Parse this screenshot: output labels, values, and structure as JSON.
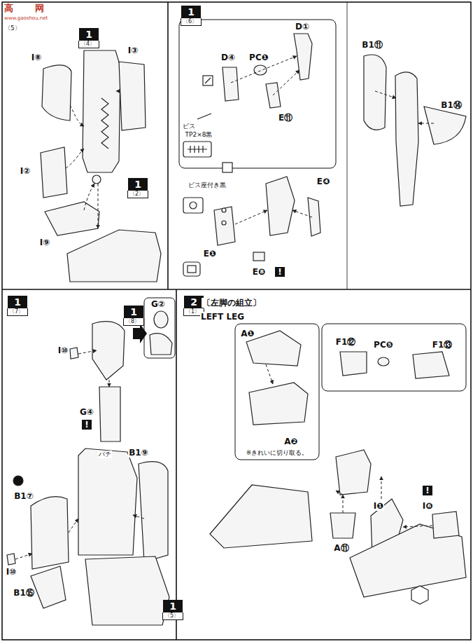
{
  "diagram": {
    "nodes": [
      {
        "text": [
          "1",
          "〈4〉"
        ]
      },
      {
        "text": [
          "1",
          "〈2〉"
        ]
      },
      {
        "text": [
          "1",
          "〈6〉"
        ]
      },
      {
        "text": [
          "1",
          "〈7〉"
        ]
      },
      {
        "text": [
          "1",
          "〈8〉"
        ]
      },
      {
        "text": [
          "1",
          "〈5〉"
        ]
      },
      {
        "text": [
          "2",
          "〈1〉"
        ]
      }
    ],
    "labels": [
      "高",
      "网",
      "www.gaoshou.net",
      "〈5〉",
      "I⑧",
      "I③",
      "I②",
      "I⑨",
      "D①",
      "D④",
      "PC❶",
      "E⑪",
      "ビス",
      "TP2×8黒",
      "ビス座付き黒",
      "E❹",
      "E❶",
      "E❽",
      "!",
      "B1⑪",
      "B1⑭",
      "I⑩",
      "G②",
      "G④",
      "!",
      "パチ",
      "B1⑦",
      "B1⑨",
      "I⑩",
      "B1⑮",
      "〔左脚の組立〕",
      "LEFT LEG",
      "A❶",
      "A❷",
      "※きれいに切り取る。",
      "A⑪",
      "F1⑫",
      "PC❺",
      "F1⑬",
      "I❶",
      "!",
      "I❻"
    ]
  }
}
